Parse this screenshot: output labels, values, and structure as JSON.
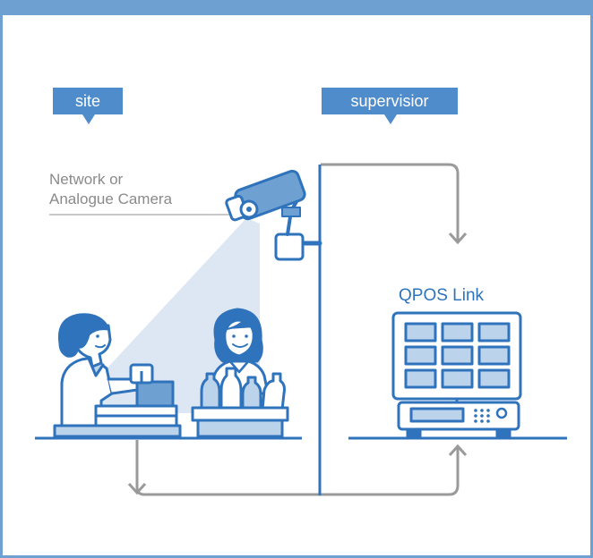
{
  "labels": {
    "site_tag": "site",
    "supervisor_tag": "supervisior",
    "camera_line1": "Network or",
    "camera_line2": "Analogue Camera",
    "monitor_label": "QPOS Link"
  },
  "colors": {
    "frame": "#6fa0d2",
    "tag_fill": "#4f8ccb",
    "line_blue": "#2f73bc",
    "arrow_grey": "#9a9a9a",
    "cone": "#dde7f3",
    "fill_light": "#bcd3ec"
  },
  "icons": [
    "camera-icon",
    "cashier-icon",
    "cash-register-icon",
    "customer-icon",
    "grocery-bottles-icon",
    "monitor-icon",
    "dvr-recorder-icon",
    "arrow-icon"
  ]
}
